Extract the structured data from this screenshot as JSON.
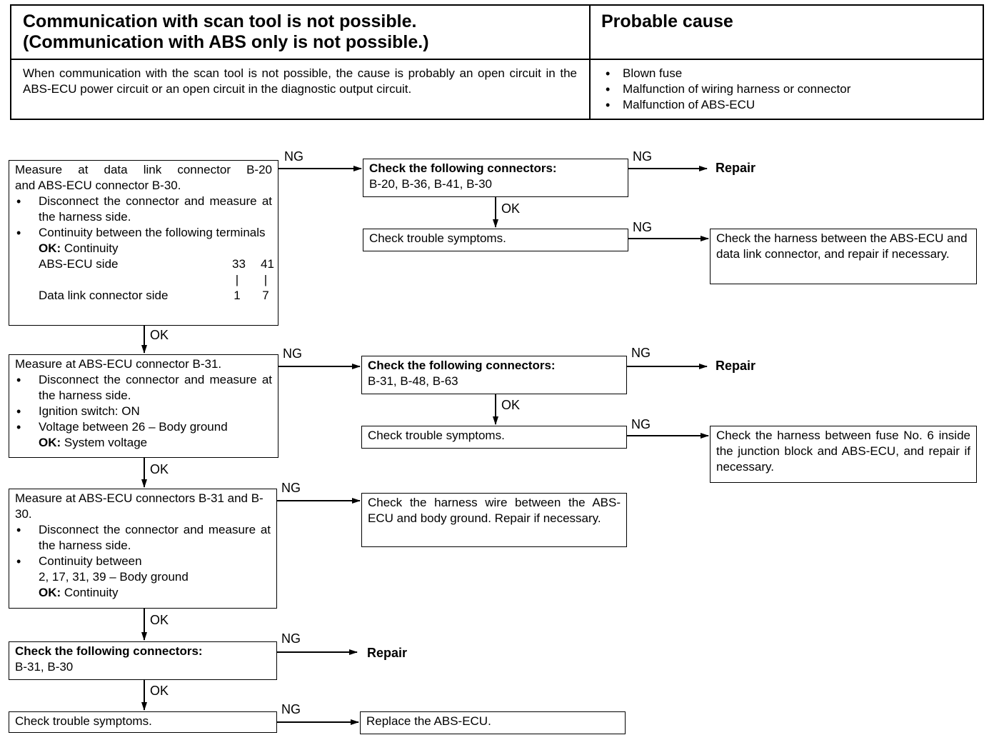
{
  "header": {
    "title_line1": "Communication with scan tool is not possible.",
    "title_line2": "(Communication with ABS only is not possible.)",
    "cause_title": "Probable cause",
    "description": "When communication with the scan tool is not possible, the cause is probably an open circuit in the ABS-ECU power circuit or an open circuit in the diagnostic output circuit.",
    "causes": [
      "Blown fuse",
      "Malfunction of wiring harness or connector",
      "Malfunction of ABS-ECU"
    ]
  },
  "steps": {
    "s1": {
      "line1": "Measure at data link connector B-20",
      "line2": "and ABS-ECU connector B-30.",
      "b1": "Disconnect the connector and measure at the harness side.",
      "b2": "Continuity between the following terminals",
      "ok_label": "OK:",
      "ok_value": "Continuity",
      "ecu_side": "ABS-ECU side",
      "ecu_pins": [
        "33",
        "41"
      ],
      "dlc_side": "Data link connector side",
      "dlc_pins": [
        "1",
        "7"
      ]
    },
    "s1a": {
      "title": "Check the following connectors:",
      "list": "B-20, B-36, B-41, B-30"
    },
    "s1b": {
      "text": "Check trouble symptoms."
    },
    "s1c": {
      "text": "Check the harness between the ABS-ECU and data link connector, and repair if necessary."
    },
    "s2": {
      "line1": "Measure at ABS-ECU connector B-31.",
      "b1": "Disconnect the connector and measure at the harness side.",
      "b2": "Ignition switch: ON",
      "b3": "Voltage between 26 – Body ground",
      "ok_label": "OK:",
      "ok_value": "System voltage"
    },
    "s2a": {
      "title": "Check the following connectors:",
      "list": "B-31, B-48, B-63"
    },
    "s2b": {
      "text": "Check trouble symptoms."
    },
    "s2c": {
      "text": "Check the harness between fuse No. 6 inside the junction block and ABS-ECU, and repair if necessary."
    },
    "s3": {
      "line1": "Measure at ABS-ECU connectors B-31 and B-30.",
      "b1": "Disconnect the connector and measure at the harness side.",
      "b2_line1": "Continuity between",
      "b2_line2": "2, 17, 31, 39 – Body ground",
      "ok_label": "OK:",
      "ok_value": "Continuity"
    },
    "s3a": {
      "text": "Check the harness wire between the ABS-ECU and body ground. Repair if necessary."
    },
    "s4": {
      "title": "Check the following connectors:",
      "list": "B-31, B-30"
    },
    "s5": {
      "text": "Check trouble symptoms."
    },
    "s5a": {
      "text": "Replace the ABS-ECU."
    }
  },
  "labels": {
    "ng": "NG",
    "ok": "OK",
    "repair": "Repair"
  }
}
